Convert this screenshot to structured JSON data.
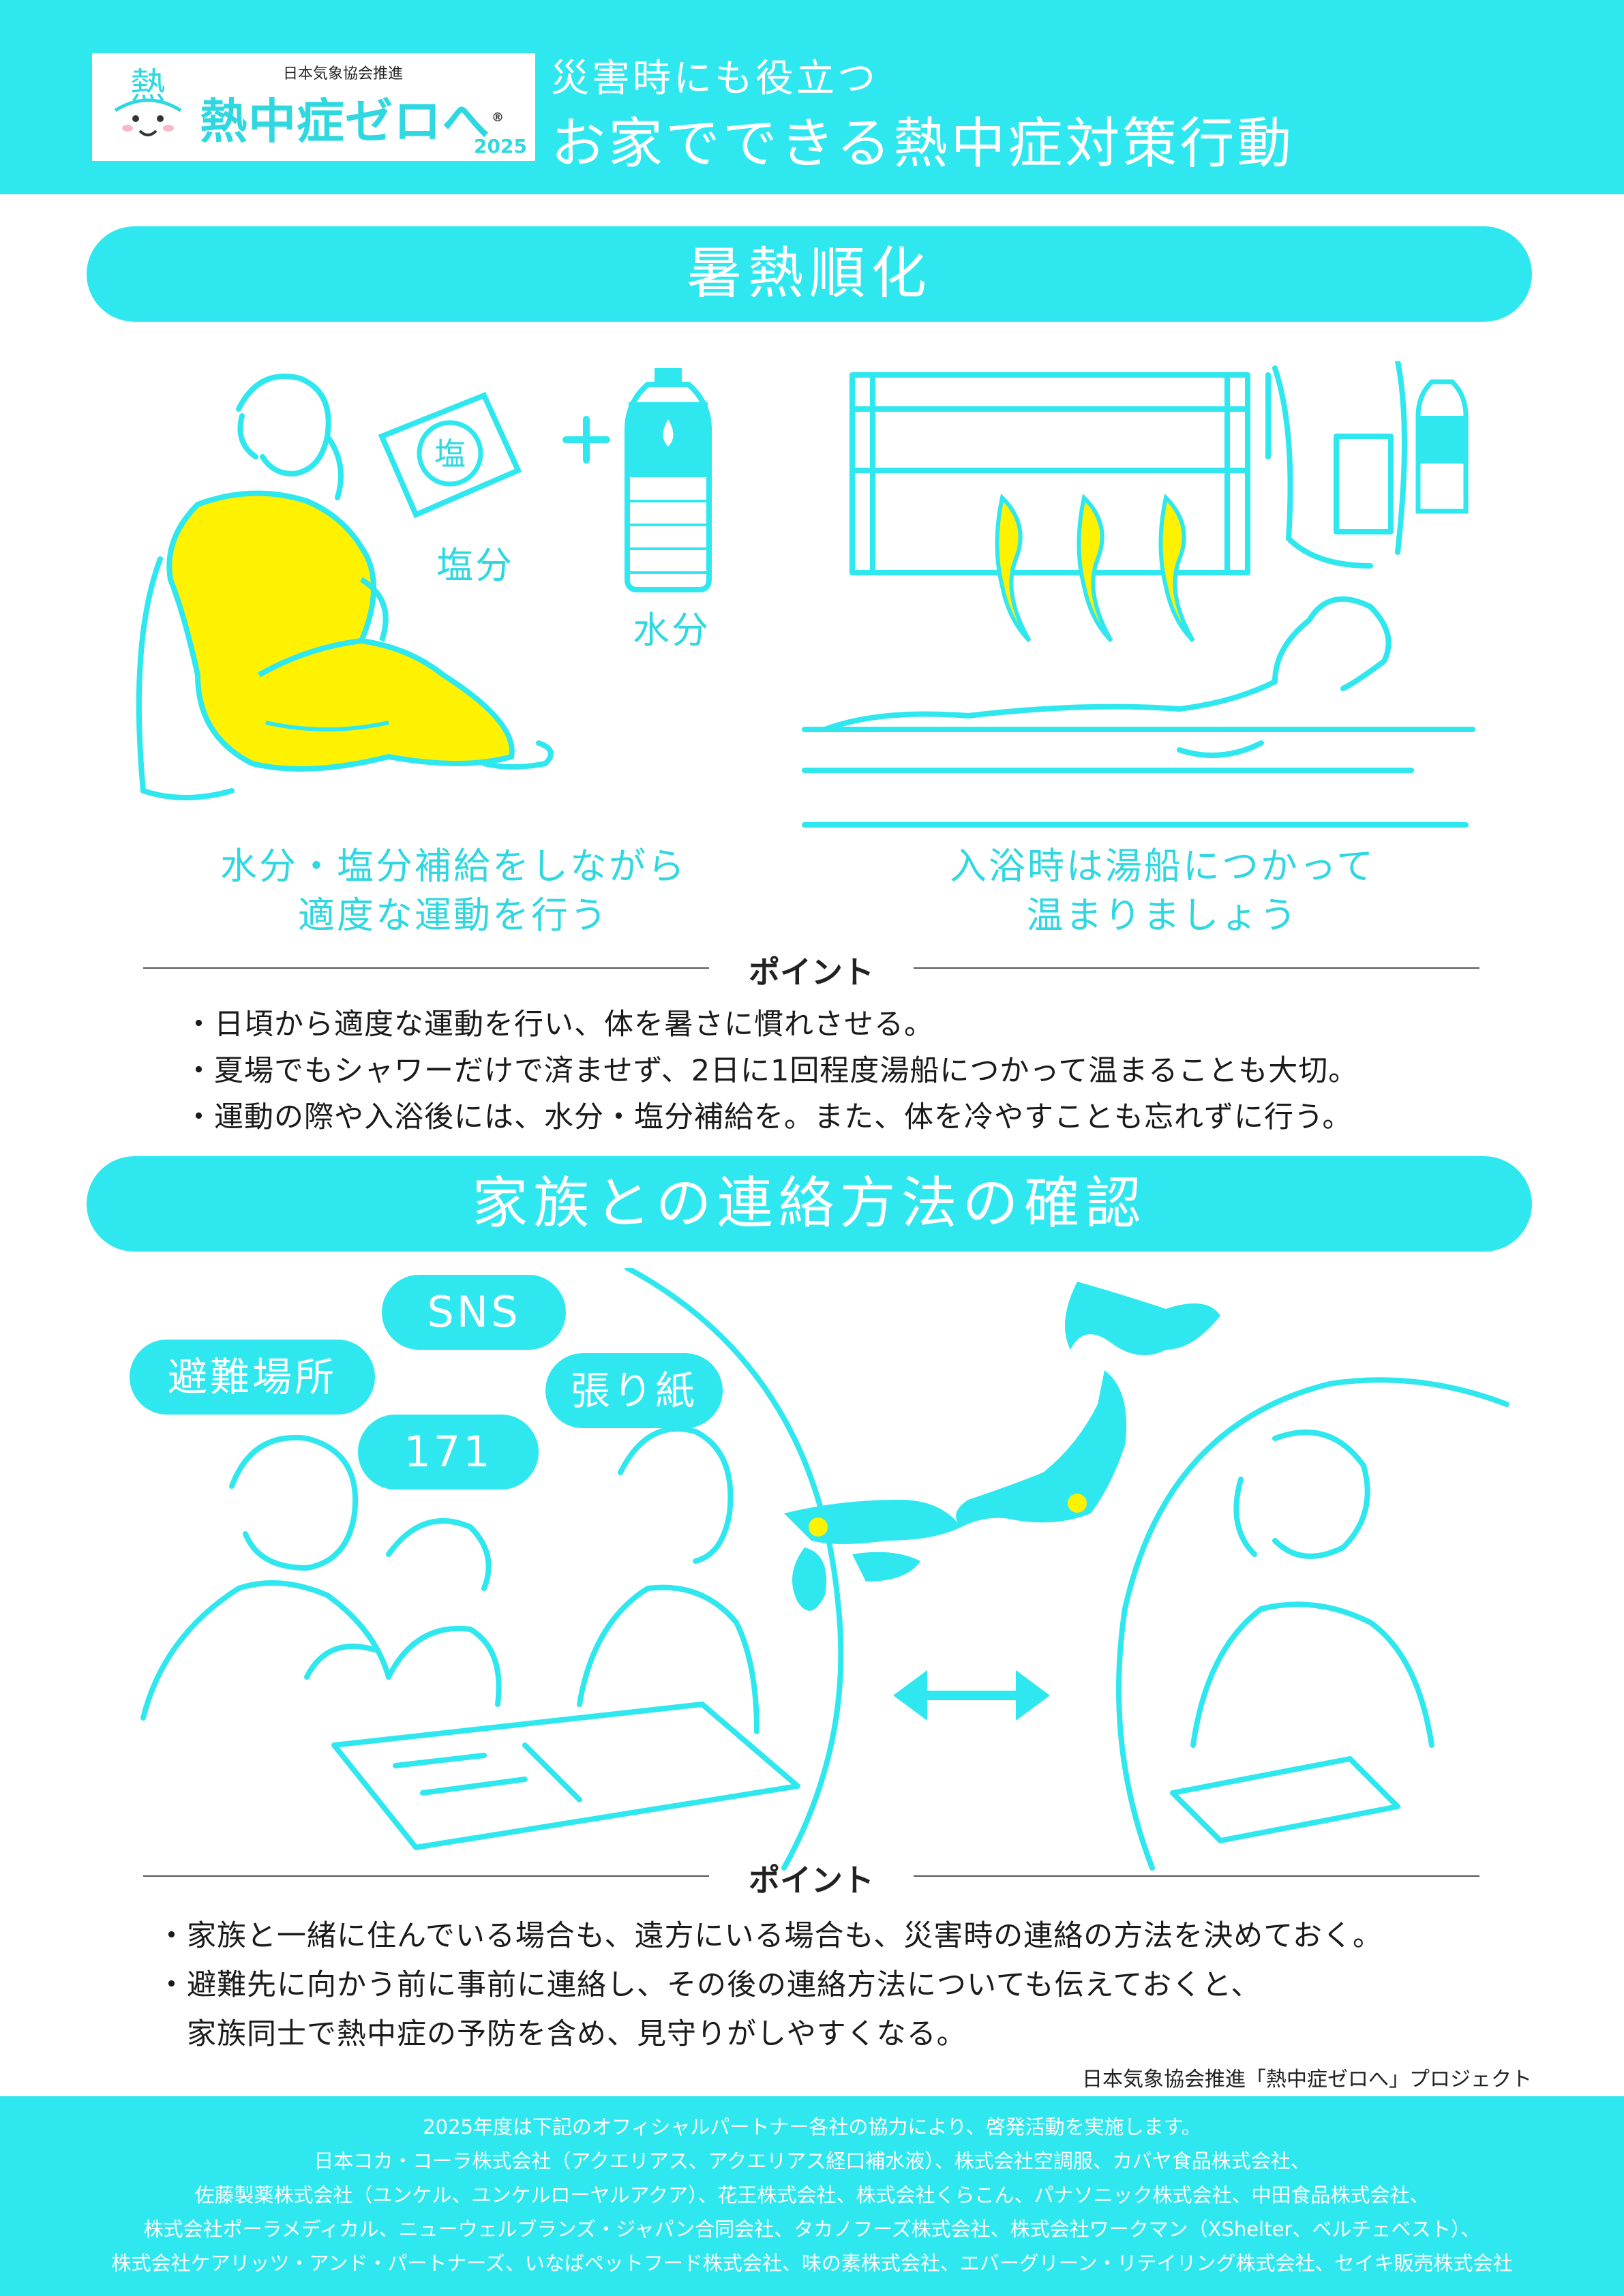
{
  "header": {
    "logo_pre": "日本気象協会推進",
    "logo_name": "熱中症ゼロへ",
    "logo_registered": "®",
    "logo_year": "2025",
    "logo_face_char": "熱",
    "subtitle": "災害時にも役立つ",
    "title": "お家でできる熱中症対策行動"
  },
  "section1": {
    "title": "暑熱順化",
    "labels": {
      "salt": "塩分",
      "water": "水分",
      "salt_pack": "塩"
    },
    "caption_left": [
      "水分・塩分補給をしながら",
      "適度な運動を行う"
    ],
    "caption_right": [
      "入浴時は湯船につかって",
      "温まりましょう"
    ],
    "point_title": "ポイント",
    "points": [
      "・日頃から適度な運動を行い、体を暑さに慣れさせる。",
      "・夏場でもシャワーだけで済ませず、2日に1回程度湯船につかって温まることも大切。",
      "・運動の際や入浴後には、水分・塩分補給を。また、体を冷やすことも忘れずに行う。"
    ]
  },
  "section2": {
    "title": "家族との連絡方法の確認",
    "bubbles": {
      "shelter": "避難場所",
      "sns": "SNS",
      "dial": "171",
      "poster": "張り紙"
    },
    "point_title": "ポイント",
    "points": [
      "・家族と一緒に住んでいる場合も、遠方にいる場合も、災害時の連絡の方法を決めておく。",
      "・避難先に向かう前に事前に連絡し、その後の連絡方法についても伝えておくと、",
      "　家族同士で熱中症の予防を含め、見守りがしやすくなる。"
    ]
  },
  "credit": "日本気象協会推進「熱中症ゼロへ」プロジェクト",
  "footer": {
    "lines": [
      "2025年度は下記のオフィシャルパートナー各社の協力により、啓発活動を実施します。",
      "日本コカ・コーラ株式会社（アクエリアス、アクエリアス経口補水液）、株式会社空調服、カバヤ食品株式会社、",
      "佐藤製薬株式会社（ユンケル、ユンケルローヤルアクア）、花王株式会社、株式会社くらこん、パナソニック株式会社、中田食品株式会社、",
      "株式会社ポーラメディカル、ニューウェルブランズ・ジャパン合同会社、タカノフーズ株式会社、株式会社ワークマン（XShelter、ベルチェベスト）、",
      "株式会社ケアリッツ・アンド・パートナーズ、いなばペットフード株式会社、味の素株式会社、エバーグリーン・リテイリング株式会社、セイキ販売株式会社"
    ]
  },
  "colors": {
    "accent": "#2fe7ee",
    "accent_text": "#2fd8e0",
    "highlight": "#fff200",
    "text": "#1a1a1a"
  }
}
